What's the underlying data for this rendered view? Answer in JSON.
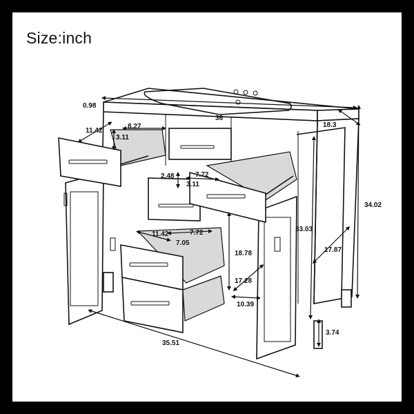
{
  "title": "Size:inch",
  "dimensions": {
    "top_thickness": "0.98",
    "top_width": "36",
    "top_depth": "18.3",
    "total_height": "34.02",
    "cabinet_height": "33.03",
    "side_depth": "17.87",
    "leg_height": "3.74",
    "base_width": "35.51",
    "drawer_tl_depth": "11.42",
    "drawer_tl_width": "8.27",
    "drawer_tl_height": "3.11",
    "drawer_mid_height_a": "2.48",
    "drawer_mid_width": "7.72",
    "drawer_mid_height_b": "3.11",
    "drawer_bl_depth": "11.42",
    "drawer_bl_width_a": "7.72",
    "drawer_bl_width_b": "7.05",
    "door_opening_height": "18.78",
    "door_opening_depth": "17.28",
    "door_opening_width": "10.39"
  },
  "colors": {
    "background": "#000000",
    "panel": "#ffffff",
    "line": "#111111"
  }
}
